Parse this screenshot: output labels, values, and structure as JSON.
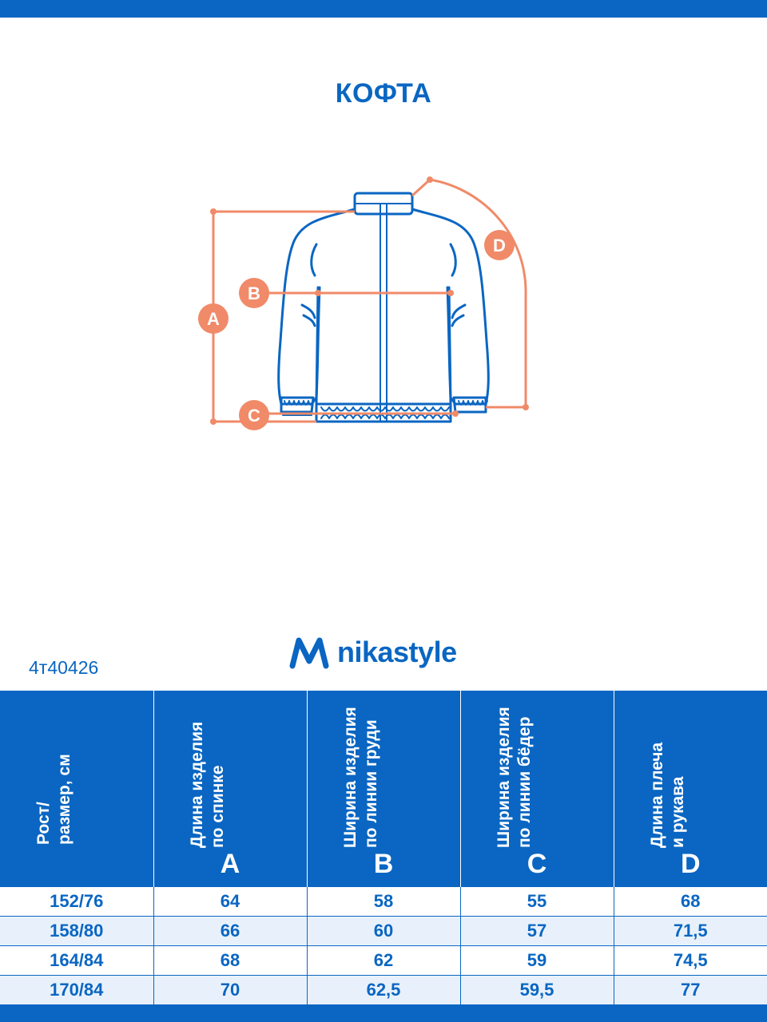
{
  "title": "КОФТА",
  "diagram": {
    "markers": [
      "A",
      "B",
      "C",
      "D"
    ]
  },
  "brand": {
    "name": "nikastyle",
    "logo_icon": "wave-n-logo-icon"
  },
  "article": "4т40426",
  "colors": {
    "primary": "#0a66c2",
    "accent": "#f08a68",
    "row_alt": "#e8f1fb"
  },
  "table": {
    "headers": [
      {
        "lines": [
          "Рост/",
          "размер, см"
        ],
        "letter": ""
      },
      {
        "lines": [
          "Длина изделия",
          "по спинке"
        ],
        "letter": "A"
      },
      {
        "lines": [
          "Ширина изделия",
          "по линии груди"
        ],
        "letter": "B"
      },
      {
        "lines": [
          "Ширина изделия",
          "по линии бёдер"
        ],
        "letter": "C"
      },
      {
        "lines": [
          "Длина плеча",
          "и рукава"
        ],
        "letter": "D"
      }
    ],
    "rows": [
      [
        "152/76",
        "64",
        "58",
        "55",
        "68"
      ],
      [
        "158/80",
        "66",
        "60",
        "57",
        "71,5"
      ],
      [
        "164/84",
        "68",
        "62",
        "59",
        "74,5"
      ],
      [
        "170/84",
        "70",
        "62,5",
        "59,5",
        "77"
      ]
    ]
  }
}
